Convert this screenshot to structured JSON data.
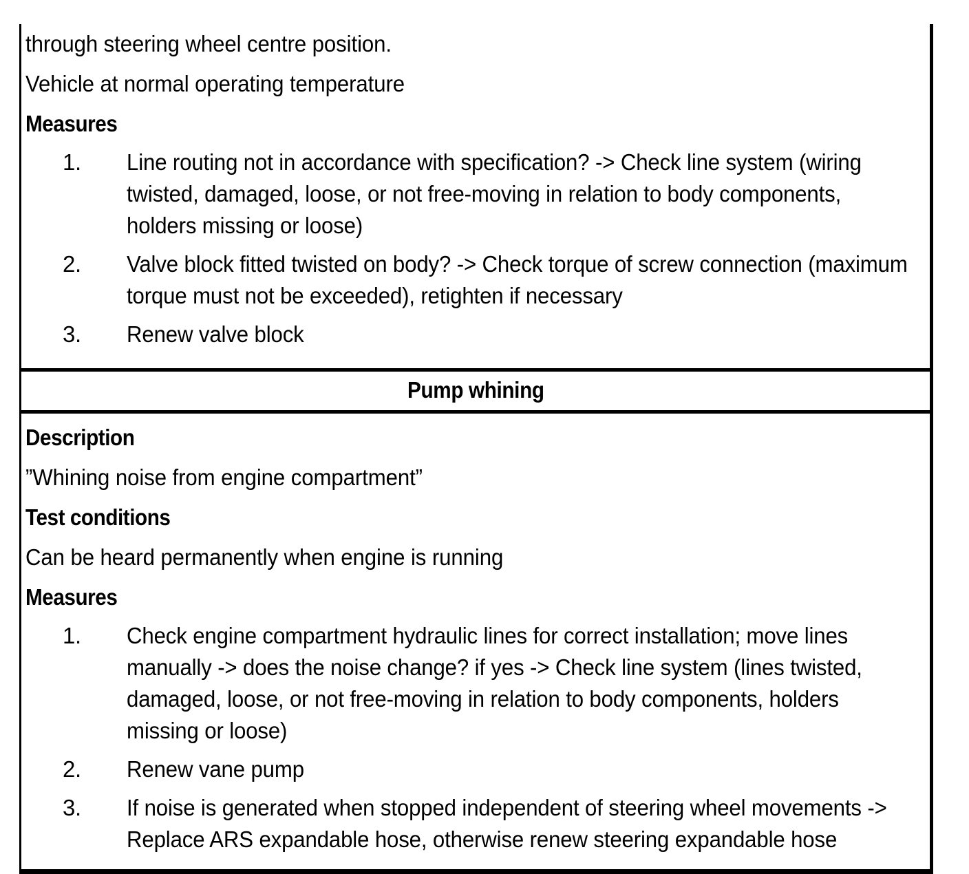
{
  "document": {
    "kind": "service-manual-fault-table",
    "page_background": "#ffffff",
    "text_color": "#000000",
    "border_color": "#000000"
  },
  "continued_section": {
    "note": "continuation of the previous fault block from the preceding page",
    "lines": [
      "through steering wheel centre position.",
      "Vehicle at normal operating temperature"
    ],
    "measures_heading": "Measures",
    "measures": [
      {
        "number": "1.",
        "text": "Line routing not in accordance with specification? -> Check line system (wiring twisted, damaged, loose, or not free-moving in relation to body components, holders missing or loose)"
      },
      {
        "number": "2.",
        "text": "Valve block fitted twisted on body? -> Check torque of screw connection (maximum torque must not be exceeded), retighten if necessary"
      },
      {
        "number": "3.",
        "text": "Renew valve block"
      }
    ]
  },
  "fault_section": {
    "title": "Pump whining",
    "description_heading": "Description",
    "description_text": "”Whining noise from engine compartment”",
    "test_conditions_heading": "Test conditions",
    "test_conditions_text": "Can be heard permanently when engine is running",
    "measures_heading": "Measures",
    "measures": [
      {
        "number": "1.",
        "text": "Check engine compartment hydraulic lines for correct installation; move lines manually -> does the noise change? if yes -> Check line system (lines twisted, damaged, loose, or not free-moving in relation to body components, holders missing or loose)"
      },
      {
        "number": "2.",
        "text": "Renew vane pump"
      },
      {
        "number": "3.",
        "text": "If noise is generated when stopped independent of steering wheel movements -> Replace ARS expandable hose, otherwise renew steering expandable hose"
      }
    ]
  }
}
